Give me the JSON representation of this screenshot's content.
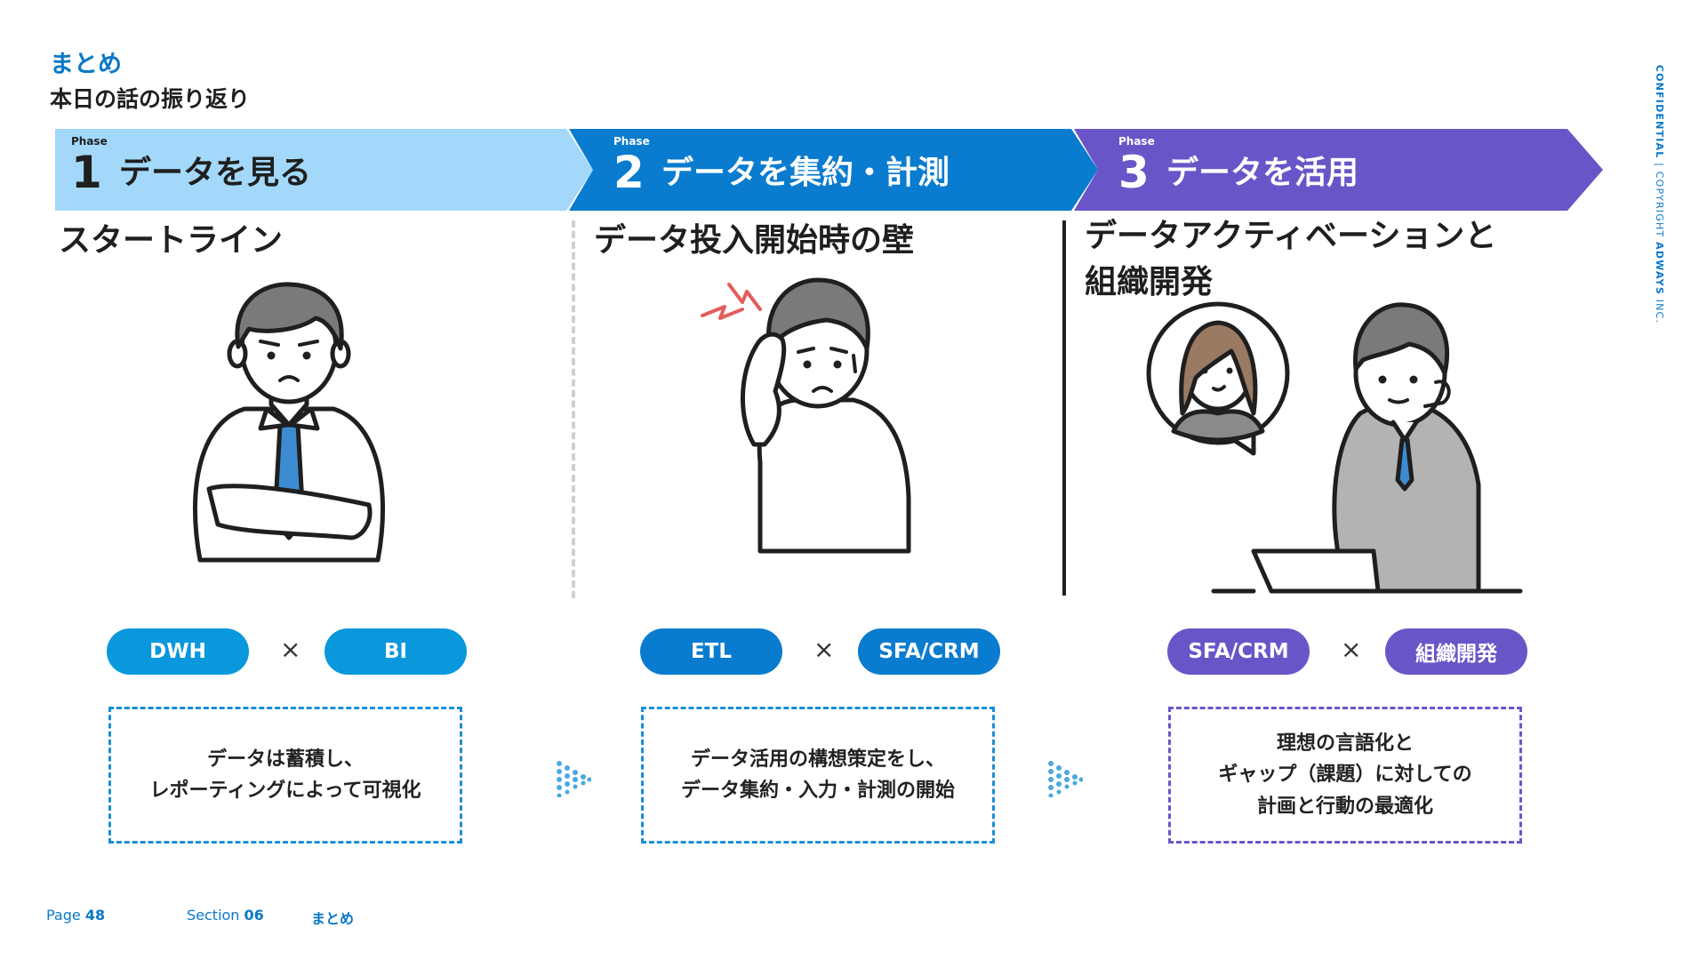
{
  "header": {
    "section_label": "まとめ",
    "page_heading": "本日の話の振り返り"
  },
  "side_mark": {
    "left": "CONFIDENTIAL",
    "separator": "|",
    "copyright": "COPYRIGHT",
    "brand": "ADWAYS",
    "suffix": "INC."
  },
  "phases": [
    {
      "tag": "Phase",
      "number": "1",
      "title": "データを見る",
      "color": "#a3d8fa",
      "text_color": "#1f1f1f"
    },
    {
      "tag": "Phase",
      "number": "2",
      "title": "データを集約・計測",
      "color": "#0a7ccf",
      "text_color": "#ffffff"
    },
    {
      "tag": "Phase",
      "number": "3",
      "title": "データを活用",
      "color": "#6a55c8",
      "text_color": "#ffffff"
    }
  ],
  "columns": [
    {
      "title_line1": "スタートライン",
      "title_line2": "",
      "illustration": "man-arms-crossed-illustration",
      "pill_left": "DWH",
      "times": "×",
      "pill_right": "BI",
      "pill_color": "#0a98dc",
      "note_lines": [
        "データは蓄積し、",
        "レポーティングによって可視化",
        ""
      ],
      "note_border": "#1a8fd6"
    },
    {
      "title_line1": "データ投入開始時の壁",
      "title_line2": "",
      "illustration": "man-headache-illustration",
      "pill_left": "ETL",
      "times": "×",
      "pill_right": "SFA/CRM",
      "pill_color": "#0a7ccf",
      "note_lines": [
        "データ活用の構想策定をし、",
        "データ集約・入力・計測の開始",
        ""
      ],
      "note_border": "#1a8fd6"
    },
    {
      "title_line1": "データアクティベーションと",
      "title_line2": "組織開発",
      "illustration": "video-meeting-illustration",
      "pill_left": "SFA/CRM",
      "times": "×",
      "pill_right": "組織開発",
      "pill_color": "#6a55c8",
      "note_lines": [
        "理想の言語化と",
        "ギャップ（課題）に対しての",
        "計画と行動の最適化"
      ],
      "note_border": "#6a55c8"
    }
  ],
  "footer": {
    "page_label": "Page",
    "page_number": "48",
    "section_label": "Section",
    "section_number": "06",
    "section_name": "まとめ"
  }
}
